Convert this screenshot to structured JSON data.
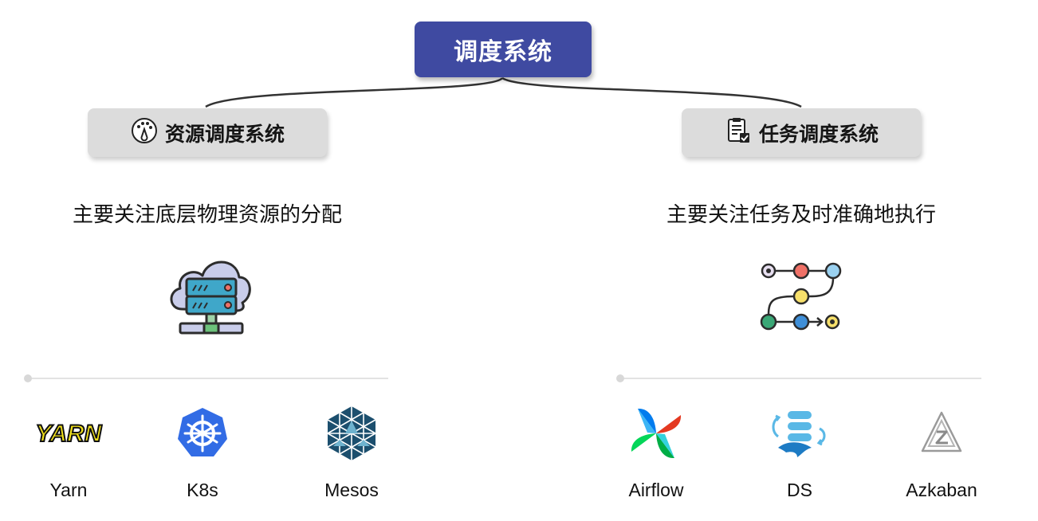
{
  "root": {
    "label": "调度系统",
    "color": "#3f4aa1"
  },
  "branches": {
    "resource": {
      "label": "资源调度系统",
      "icon": "gauge-icon",
      "description": "主要关注底层物理资源的分配",
      "illustration": "cloud-server-icon",
      "tools": [
        {
          "name": "Yarn",
          "logo": "yarn-logo",
          "logo_text": "YARN"
        },
        {
          "name": "K8s",
          "logo": "kubernetes-logo"
        },
        {
          "name": "Mesos",
          "logo": "mesos-logo"
        }
      ]
    },
    "task": {
      "label": "任务调度系统",
      "icon": "checklist-icon",
      "description": "主要关注任务及时准确地执行",
      "illustration": "workflow-icon",
      "tools": [
        {
          "name": "Airflow",
          "logo": "airflow-logo"
        },
        {
          "name": "DS",
          "logo": "dolphinscheduler-logo"
        },
        {
          "name": "Azkaban",
          "logo": "azkaban-logo"
        }
      ]
    }
  },
  "colors": {
    "branch_bg": "#dcdcdc",
    "connector": "#333333",
    "divider": "#e3e3e3"
  }
}
